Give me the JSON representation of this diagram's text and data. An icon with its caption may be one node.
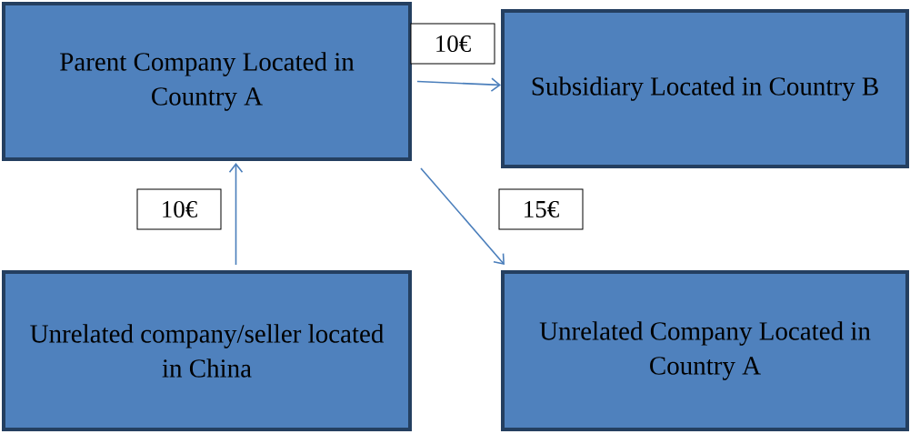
{
  "diagram": {
    "nodes": [
      {
        "text": [
          "Parent Company Located in Country A"
        ]
      },
      {
        "text": [
          "Subsidiary Located in Country B"
        ]
      },
      {
        "text": [
          "Unrelated company/seller located in China"
        ]
      },
      {
        "text": [
          "Unrelated Company Located in Country A"
        ]
      }
    ],
    "edges": [
      {
        "from": 0,
        "to": 1,
        "arrow": "to",
        "label": "10€"
      },
      {
        "from": 2,
        "to": 0,
        "arrow": "to",
        "label": "10€"
      },
      {
        "from": 0,
        "to": 3,
        "arrow": "to",
        "label": "15€"
      }
    ]
  }
}
